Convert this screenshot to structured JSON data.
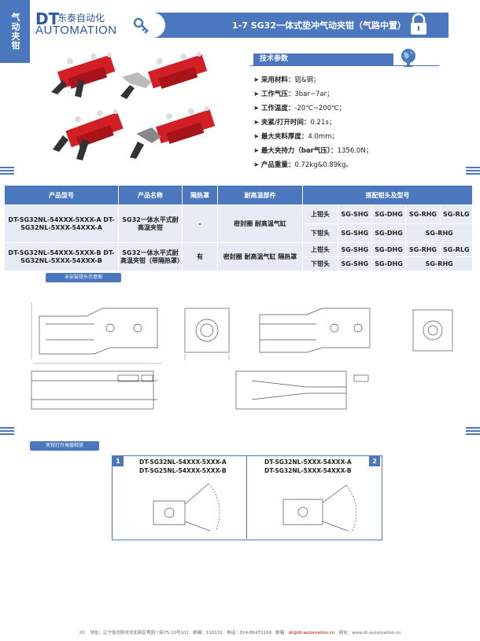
{
  "side_tab": "气动夹钳",
  "logo": {
    "dt": "DT",
    "cn": "东泰自动化",
    "en": "AUTOMATION"
  },
  "header": {
    "title": "1-7  SG32一体式垫冲气动夹钳（气路中置）"
  },
  "specs": {
    "title": "技术参数",
    "items": [
      {
        "label": "采用材料：",
        "value": "铝&钢；"
      },
      {
        "label": "工作气压：",
        "value": "3bar~7ar；"
      },
      {
        "label": "工作温度：",
        "value": "-20℃~200℃；"
      },
      {
        "label": "夹紧/打开时间：",
        "value": "0.21s；"
      },
      {
        "label": "最大夹料厚度：",
        "value": "4.0mm；"
      },
      {
        "label": "最大夹持力（bar气压）：",
        "value": "1356.0N；"
      },
      {
        "label": "产品重量：",
        "value": "0.72kg&0.89kg。"
      }
    ]
  },
  "table": {
    "headers": [
      "产品型号",
      "产品名称",
      "隔热罩",
      "耐高温部件",
      "搭配钳头及型号"
    ],
    "upper": "上钳头",
    "lower": "下钳头",
    "rows": [
      {
        "models": "DT-SG32NL-54XXX-5XXX-A DT-SG32NL-5XXX-54XXX-A",
        "name": "SG32一体水平式耐高温夹钳",
        "shield": "-",
        "parts": "密封圈 耐高温气缸",
        "upper": [
          "SG-SHG",
          "SG-DHG",
          "SG-RHG",
          "SG-RLG"
        ],
        "lower": [
          "SG-SHG",
          "SG-DHG",
          "SG-RHG"
        ]
      },
      {
        "models": "DT-SG32NL-54XXX-5XXX-B DT-SG32NL-5XXX-54XXX-B",
        "name": "SG32一体水平式耐高温夹钳（带隔热罩）",
        "shield": "有",
        "parts": "密封圈 耐高温气缸 隔热罩",
        "upper": [
          "SG-SHG",
          "SG-DHG",
          "SG-RHG",
          "SG-RLG"
        ],
        "lower": [
          "SG-SHG",
          "SG-DHG",
          "SG-RHG"
        ]
      }
    ]
  },
  "drawing_label": "未安装钳头示意图",
  "angle_label": "夹钳打开角度释放",
  "angle_panels": [
    {
      "num": "1",
      "line1": "DT-SG32NL-54XXX-5XXX-A",
      "line2": "DT-SG25NL-54XXX-5XXX-B"
    },
    {
      "num": "2",
      "line1": "DT-SG32NL-5XXX-54XXX-A",
      "line2": "DT-SG32NL-5XXX-54XXX-B"
    }
  ],
  "footer": {
    "page": "20",
    "address": "地址：辽宁省沈阳市沈北新区秀园一街75-10号101",
    "zip": "邮编：110132",
    "phone": "电话：024-86472199",
    "email_label": "邮箱：",
    "email": "dt@dt-automation.cn",
    "web": "网址：www.dt-automation.cn"
  },
  "colors": {
    "brand": "#4a77be",
    "gripper_red": "#d21f26"
  }
}
